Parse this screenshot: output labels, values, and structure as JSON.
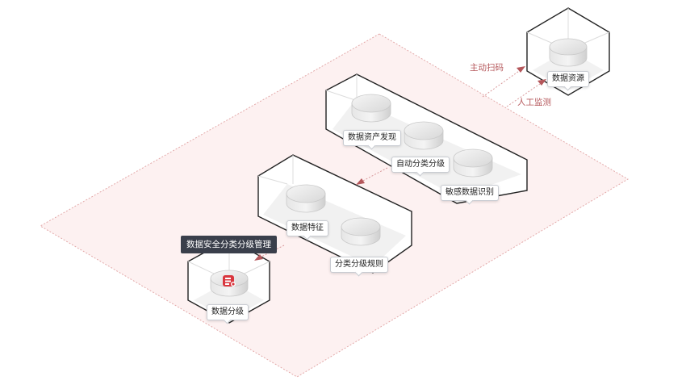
{
  "colors": {
    "flow_arrow": "#b5575b",
    "plane_border": "#e3a9a9",
    "plane_fill": "#fdf1f1",
    "box_stroke": "#222222",
    "badge_bg": "#3a3f4b",
    "db_icon_red": "#d9363e"
  },
  "flows": {
    "active_scan": "主动扫码",
    "manual_monitor": "人工监测"
  },
  "nodes": {
    "data_resource": "数据资源",
    "asset_discovery": "数据资产发现",
    "auto_classify": "自动分类分级",
    "sensitive_identify": "敏感数据识别",
    "data_feature": "数据特征",
    "classify_rule": "分类分级规则",
    "data_grading": "数据分级"
  },
  "badge": {
    "title": "数据安全分类分级管理",
    "icon": "database-shield-icon"
  }
}
